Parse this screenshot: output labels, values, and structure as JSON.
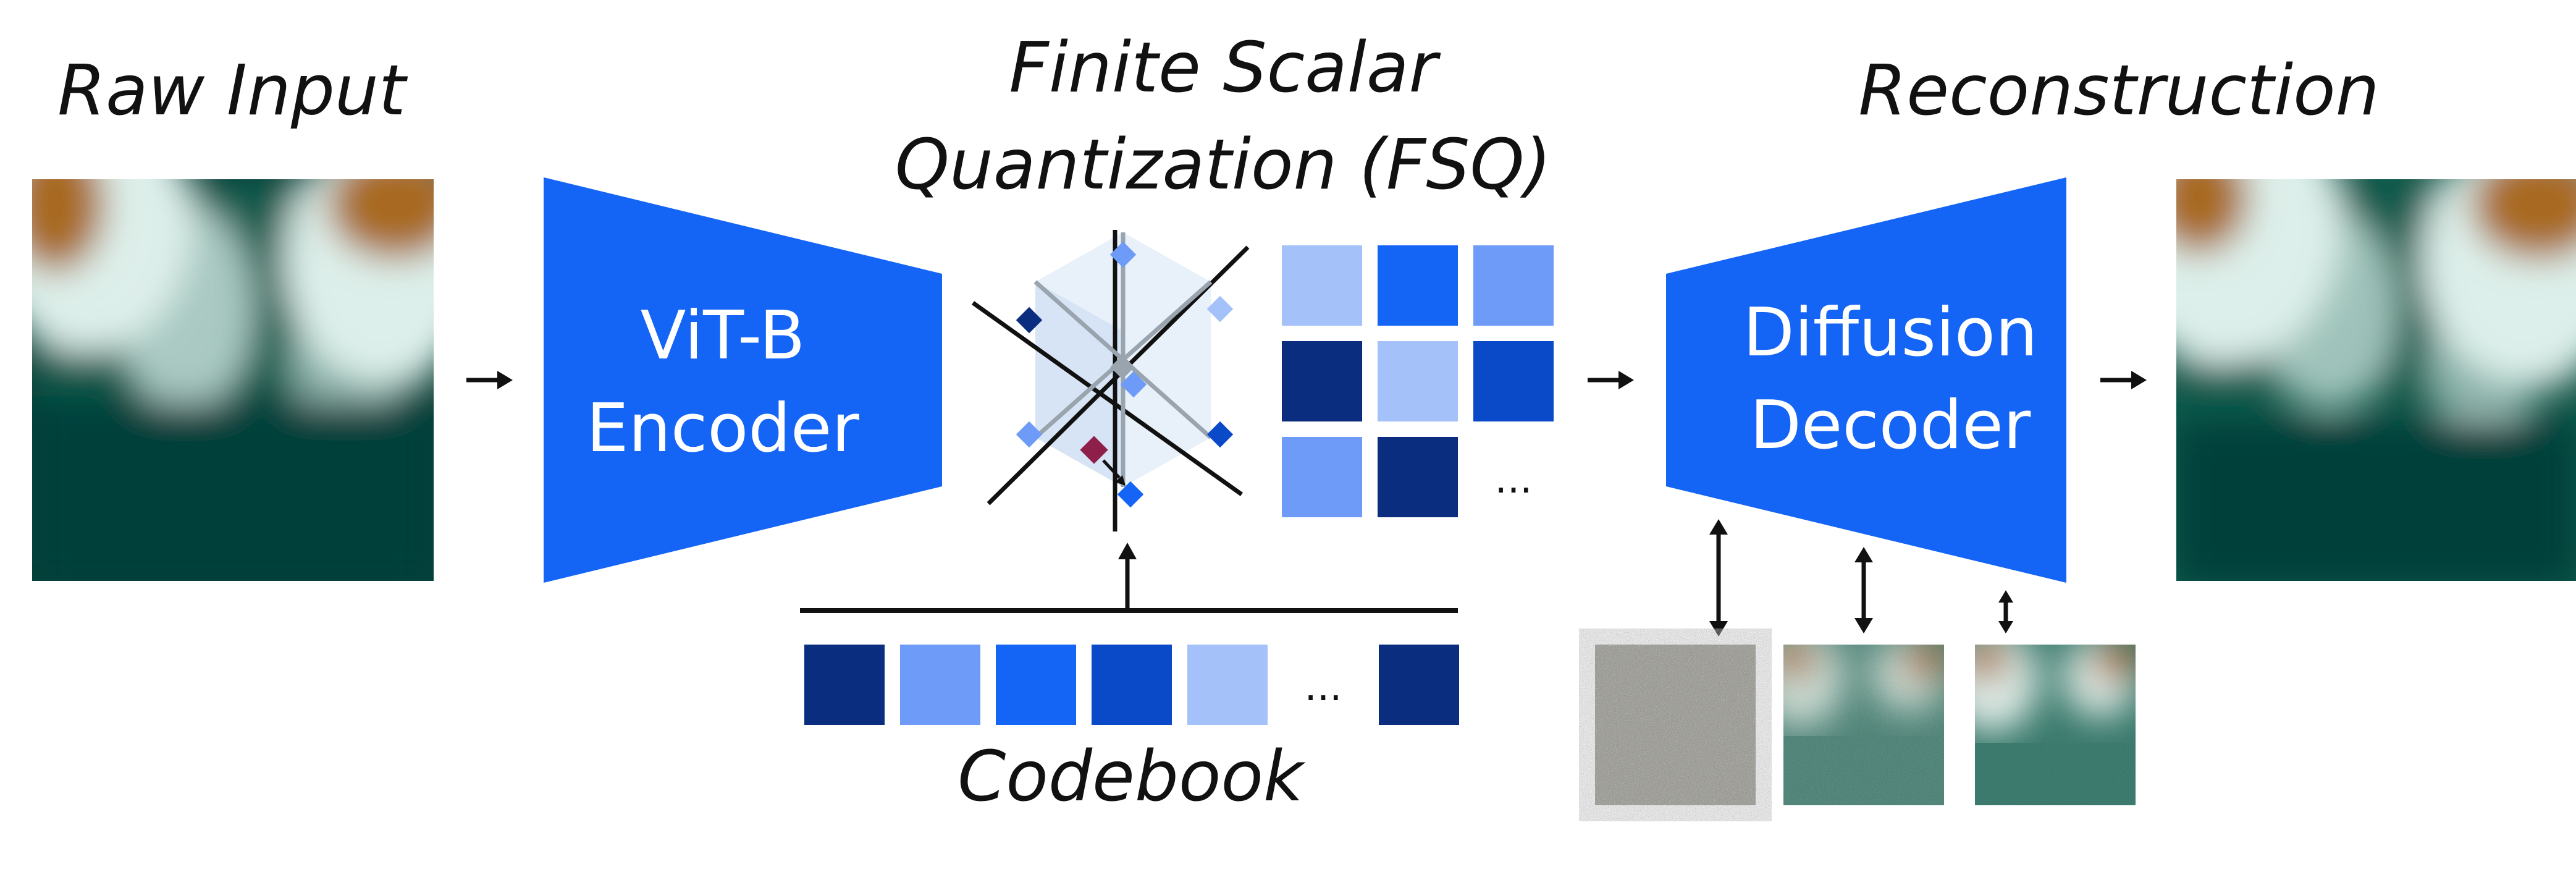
{
  "titles": {
    "raw_input": "Raw Input",
    "fsq_line1": "Finite Scalar",
    "fsq_line2": "Quantization (FSQ)",
    "reconstruction": "Reconstruction",
    "codebook": "Codebook"
  },
  "encoder": {
    "line1": "ViT-B",
    "line2": "Encoder"
  },
  "decoder": {
    "line1": "Diffusion",
    "line2": "Decoder"
  },
  "ellipsis": "...",
  "colors": {
    "blue_primary": "#1464F6",
    "blue_dark": "#0A2D80",
    "blue_mid": "#0A49C8",
    "blue_light": "#6D9BF7",
    "blue_pale": "#A4C1F9",
    "point_accent": "#8E1E4A",
    "terrain_teal": "#0E5A4C",
    "terrain_dark": "#06403A",
    "terrain_brown": "#A86A20",
    "terrain_light": "#DDEFEA"
  },
  "fsq_grid": [
    [
      "pale",
      "primary",
      "light"
    ],
    [
      "dark",
      "pale",
      "mid"
    ],
    [
      "light",
      "dark",
      "ellipsis"
    ]
  ],
  "codebook_sequence": [
    "dark",
    "light",
    "primary",
    "mid",
    "pale",
    "ellipsis",
    "dark"
  ]
}
